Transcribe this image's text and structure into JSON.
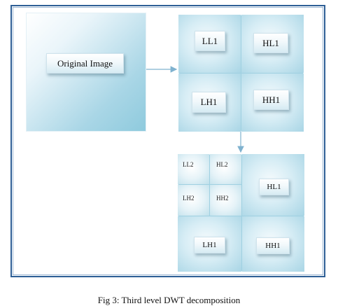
{
  "diagram": {
    "original_image_label": "Original Image",
    "level1": {
      "ll": "LL1",
      "hl": "HL1",
      "lh": "LH1",
      "hh": "HH1"
    },
    "level3": {
      "ll2": "LL2",
      "hl2": "HL2",
      "lh2": "LH2",
      "hh2": "HH2",
      "hl1": "HL1",
      "lh1": "LH1",
      "hh1": "HH1"
    },
    "caption": "Fig 3: Third level DWT decomposition",
    "colors": {
      "frame": "#2e5f96",
      "arrow": "#7fb2cf",
      "panel": "#a9d6e6"
    }
  }
}
